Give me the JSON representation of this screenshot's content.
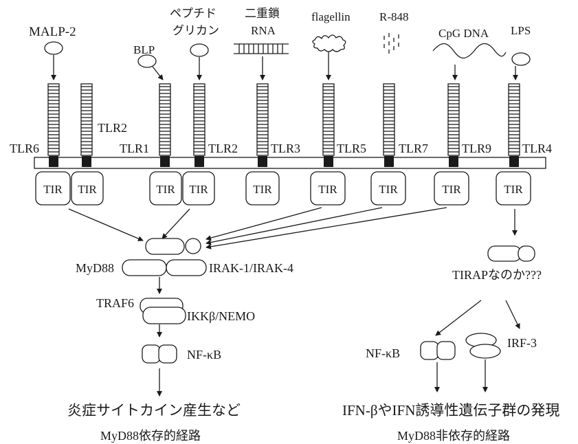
{
  "ligands": {
    "malp2": "MALP-2",
    "blp": "BLP",
    "peptidoglycan_line1": "ペプチド",
    "peptidoglycan_line2": "グリカン",
    "dsrna_line1": "二重鎖",
    "dsrna_line2": "RNA",
    "flagellin": "flagellin",
    "r848": "R-848",
    "cpg": "CpG DNA",
    "lps": "LPS"
  },
  "receptors": {
    "tlr6": "TLR6",
    "tlr2a": "TLR2",
    "tlr1": "TLR1",
    "tlr2b": "TLR2",
    "tlr3": "TLR3",
    "tlr5": "TLR5",
    "tlr7": "TLR7",
    "tlr9": "TLR9",
    "tlr4": "TLR4"
  },
  "tir_label": "TIR",
  "left_pathway": {
    "myd88": "MyD88",
    "irak": "IRAK-1/IRAK-4",
    "traf6": "TRAF6",
    "ikk": "IKKβ/NEMO",
    "nfkb": "NF-κB",
    "outcome": "炎症サイトカイン産生など",
    "title": "MyD88依存的経路"
  },
  "right_pathway": {
    "tirap": "TIRAPなのか???",
    "nfkb": "NF-κB",
    "irf3": "IRF-3",
    "outcome": "IFN-βやIFN誘導性遺伝子群の発現",
    "title": "MyD88非依存的経路"
  }
}
